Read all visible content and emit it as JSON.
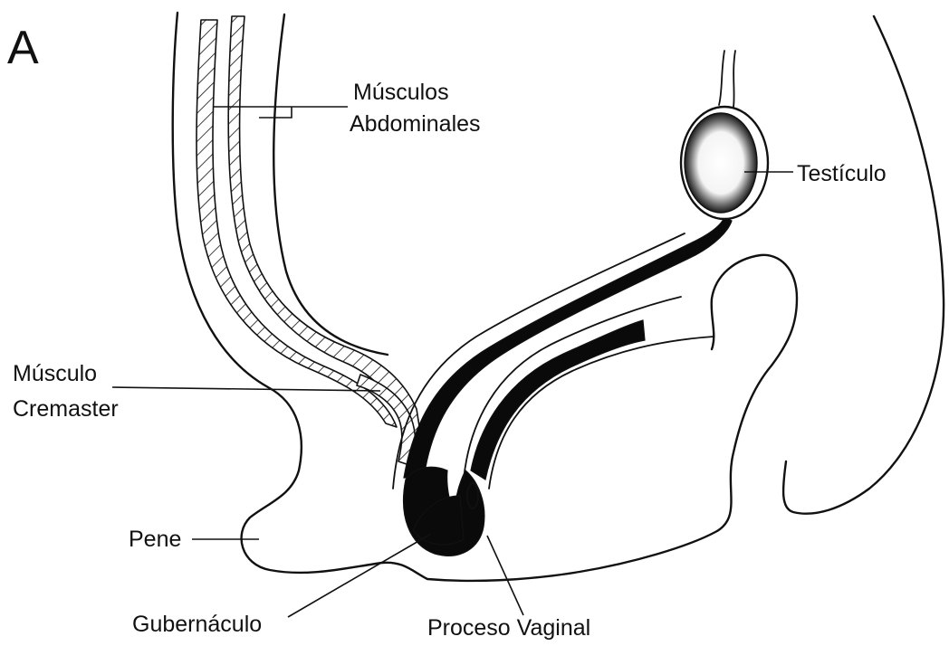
{
  "figure": {
    "panel_label": "A",
    "labels": {
      "abdominal_muscles_line1": "Músculos",
      "abdominal_muscles_line2": "Abdominales",
      "testis": "Testículo",
      "cremaster_line1": "Músculo",
      "cremaster_line2": "Cremaster",
      "penis": "Pene",
      "gubernaculum": "Gubernáculo",
      "processus_vaginalis": "Proceso Vaginal"
    },
    "colors": {
      "line": "#111111",
      "fill_dark": "#0a0a0a",
      "background": "#ffffff"
    }
  }
}
